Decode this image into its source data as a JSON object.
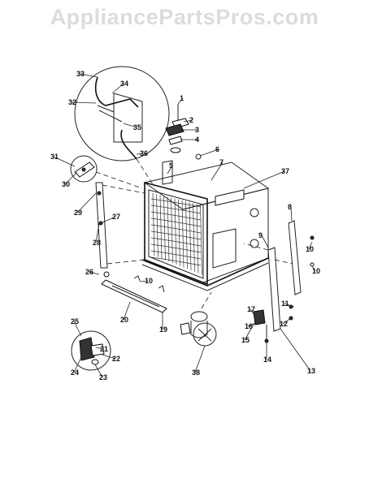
{
  "watermark": "AppliancePartsPros.com",
  "callouts": [
    "1",
    "2",
    "3",
    "4",
    "5",
    "6",
    "7",
    "8",
    "9",
    "10",
    "10",
    "10",
    "11",
    "12",
    "13",
    "14",
    "15",
    "16",
    "17",
    "19",
    "20",
    "21",
    "22",
    "23",
    "24",
    "25",
    "26",
    "27",
    "28",
    "29",
    "30",
    "31",
    "32",
    "33",
    "34",
    "35",
    "36",
    "37",
    "38"
  ]
}
